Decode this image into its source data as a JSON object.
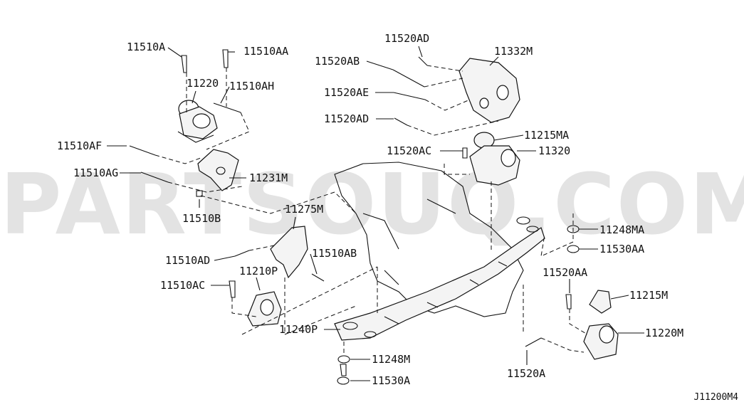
{
  "watermark": "PARTSOUQ.COM",
  "diagram_code": "J11200M4",
  "labels": {
    "p11510A": "11510A",
    "p11510AA": "11510AA",
    "p11220": "11220",
    "p11510AH": "11510AH",
    "p11510AF": "11510AF",
    "p11510AG": "11510AG",
    "p11231M": "11231M",
    "p11510B": "11510B",
    "p11275M": "11275M",
    "p11510AD": "11510AD",
    "p11510AB": "11510AB",
    "p11210P": "11210P",
    "p11510AC": "11510AC",
    "p11240P": "11240P",
    "p11248M": "11248M",
    "p11530A": "11530A",
    "p11520AD_top": "11520AD",
    "p11332M": "11332M",
    "p11520AB": "11520AB",
    "p11520AE": "11520AE",
    "p11520AD_mid": "11520AD",
    "p11215MA": "11215MA",
    "p11520AC": "11520AC",
    "p11320": "11320",
    "p11248MA": "11248MA",
    "p11530AA": "11530AA",
    "p11520AA": "11520AA",
    "p11215M": "11215M",
    "p11220M": "11220M",
    "p11520A": "11520A"
  }
}
